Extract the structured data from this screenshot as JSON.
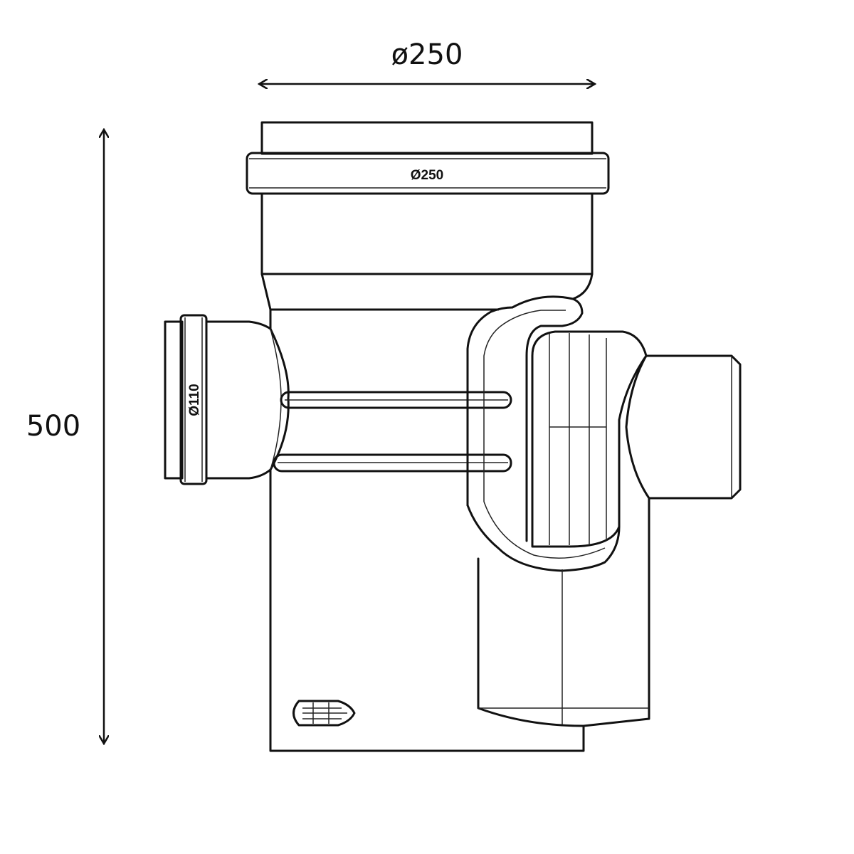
{
  "dimensions": {
    "width_label": "ø250",
    "height_label": "500"
  },
  "part_labels": {
    "top_socket": "Ø250",
    "side_inlet": "Ø110"
  },
  "colors": {
    "line": "#111111",
    "background": "#ffffff"
  }
}
